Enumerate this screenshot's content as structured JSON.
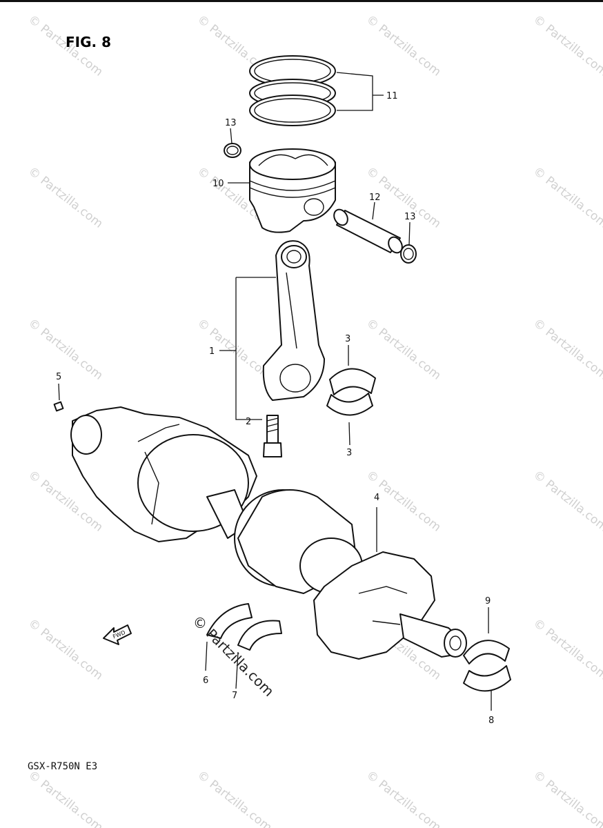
{
  "figure": {
    "title": "FIG. 8",
    "model": "GSX-R750N E3"
  },
  "watermark": {
    "text": "© Partzilla.com"
  },
  "center_watermark": {
    "copyright": "©",
    "text": "Partzilla.com"
  },
  "fwd_arrow": {
    "text": "FWD"
  },
  "callouts": [
    {
      "id": "1",
      "part": "connecting-rod"
    },
    {
      "id": "2",
      "part": "rod-bolt"
    },
    {
      "id": "3",
      "part": "conrod-bearing-upper"
    },
    {
      "id": "3",
      "part": "conrod-bearing-lower"
    },
    {
      "id": "4",
      "part": "crankshaft"
    },
    {
      "id": "5",
      "part": "dowel-pin"
    },
    {
      "id": "6",
      "part": "thrust-bearing"
    },
    {
      "id": "7",
      "part": "thrust-bearing"
    },
    {
      "id": "8",
      "part": "crank-bearing-lower"
    },
    {
      "id": "9",
      "part": "crank-bearing-upper"
    },
    {
      "id": "10",
      "part": "piston"
    },
    {
      "id": "11",
      "part": "piston-ring-set"
    },
    {
      "id": "12",
      "part": "piston-pin"
    },
    {
      "id": "13",
      "part": "circlip"
    },
    {
      "id": "13",
      "part": "circlip"
    }
  ]
}
